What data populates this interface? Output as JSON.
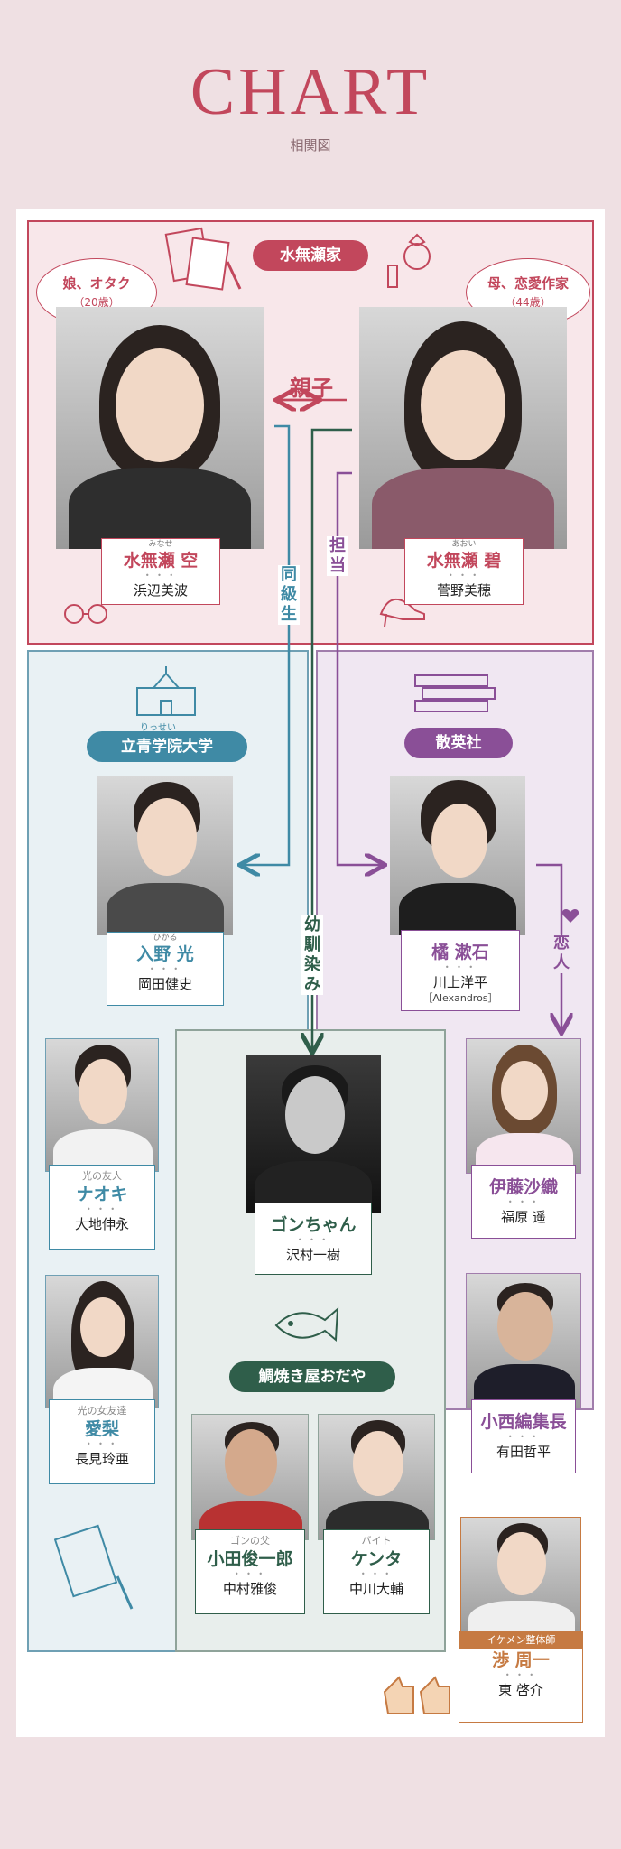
{
  "header": {
    "title": "CHART",
    "subtitle": "相関図"
  },
  "colors": {
    "family": "#c2475c",
    "univ": "#3f8aa5",
    "pub": "#8a4f97",
    "shop": "#2f5e4a",
    "orange": "#c67a42"
  },
  "groups": {
    "family": "水無瀬家",
    "univ": "立青学院大学",
    "univ_ruby": "りっせい",
    "pub": "散英社",
    "shop": "鯛焼き屋おだや"
  },
  "bubbles": {
    "sora": {
      "line1": "娘、オタク",
      "line2": "（20歳）"
    },
    "aoi": {
      "line1": "母、恋愛作家",
      "line2": "（44歳）"
    }
  },
  "relations": {
    "oyako": "親子",
    "doukyusei": "同級生",
    "tantou": "担当",
    "osananajimi": "幼馴染み",
    "koibito": "恋人"
  },
  "people": {
    "sora": {
      "ruby": "みなせ",
      "name": "水無瀬 空",
      "actor": "浜辺美波",
      "dots": "• • •"
    },
    "aoi": {
      "ruby": "あおい",
      "name": "水無瀬 碧",
      "actor": "菅野美穂",
      "dots": "• • •"
    },
    "hikaru": {
      "ruby": "ひかる",
      "name": "入野 光",
      "actor": "岡田健史",
      "dots": "• • •"
    },
    "souseki": {
      "name": "橘 漱石",
      "actor": "川上洋平",
      "band": "［Alexandros］",
      "dots": "• • •"
    },
    "naoki": {
      "role": "光の友人",
      "name": "ナオキ",
      "actor": "大地伸永",
      "dots": "• • •"
    },
    "airi": {
      "role": "光の女友達",
      "name": "愛梨",
      "actor": "長見玲亜",
      "dots": "• • •"
    },
    "gon": {
      "name": "ゴンちゃん",
      "actor": "沢村一樹",
      "dots": "• • •"
    },
    "saori": {
      "name": "伊藤沙織",
      "actor": "福原 遥",
      "dots": "• • •"
    },
    "konishi": {
      "name": "小西編集長",
      "actor": "有田哲平",
      "dots": "• • •"
    },
    "shunichiro": {
      "role": "ゴンの父",
      "name": "小田俊一郎",
      "actor": "中村雅俊",
      "dots": "• • •"
    },
    "kenta": {
      "role": "バイト",
      "name": "ケンタ",
      "actor": "中川大輔",
      "dots": "• • •"
    },
    "shuichi": {
      "role": "イケメン整体師",
      "name": "渉 周一",
      "actor": "東 啓介",
      "dots": "• • •"
    }
  }
}
